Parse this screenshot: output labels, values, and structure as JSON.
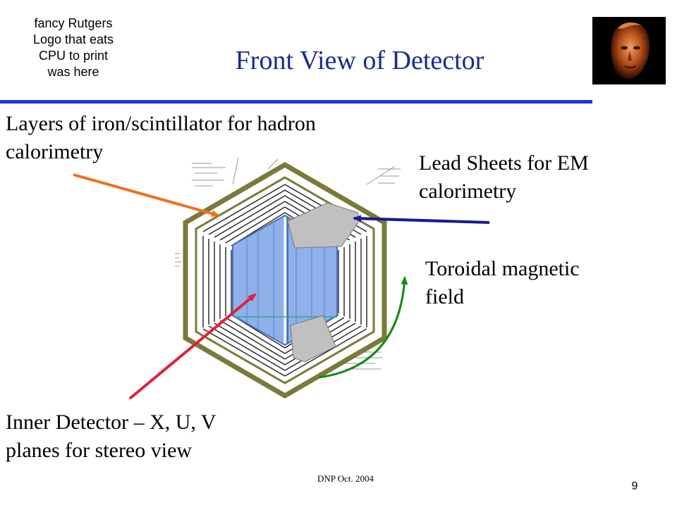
{
  "logo": {
    "lines": [
      "fancy Rutgers",
      "Logo that eats",
      "CPU to print",
      "was here"
    ]
  },
  "slide": {
    "title": "Front View of Detector",
    "footer": "DNP Oct. 2004",
    "page_number": "9"
  },
  "labels": {
    "layers": [
      "Layers of iron/scintillator for hadron",
      "calorimetry"
    ],
    "lead": [
      "Lead Sheets for EM",
      "calorimetry"
    ],
    "toroid": [
      "Toroidal magnetic",
      "field"
    ],
    "inner": [
      "Inner Detector – X, U, V",
      "planes for stereo view"
    ]
  },
  "colors": {
    "title": "#1a2a8f",
    "rule": "#2332d8",
    "arrow_layers": "#f07020",
    "arrow_lead": "#1a1a90",
    "arrow_toroid": "#128a12",
    "arrow_inner": "#e0203c",
    "hexagon_frame": "#7a7a3a",
    "inner_detector": "#8fb0e8",
    "lead_sheet": "#c0c0c0"
  }
}
